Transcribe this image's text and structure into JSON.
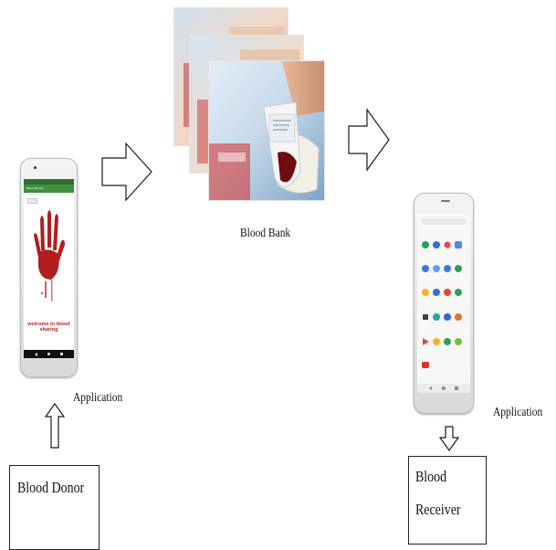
{
  "labels": {
    "blood_bank": "Blood Bank",
    "application_left": "Application",
    "application_right": "Application"
  },
  "donor_box": {
    "text": "Blood Donor"
  },
  "receiver_box": {
    "line1": "Blood",
    "line2": "Receiver"
  },
  "donor_phone": {
    "welcome_text": "welcome to blood sharing",
    "accent_color": "#3f8f3f",
    "hand_color": "#b21e1e"
  },
  "colors": {
    "arrow_stroke": "#1a1a1a",
    "box_border": "#222222"
  }
}
